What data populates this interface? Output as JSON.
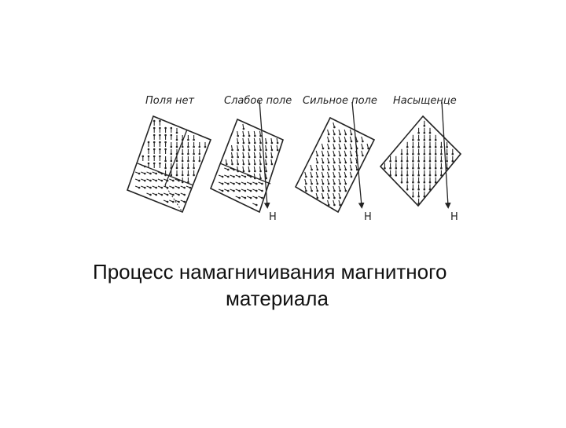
{
  "figure": {
    "panels": [
      {
        "id": "no-field",
        "label": "Поля  нет",
        "field_label": ""
      },
      {
        "id": "weak-field",
        "label": "Слабое поле",
        "field_label": "H"
      },
      {
        "id": "strong-field",
        "label": "Сильное поле",
        "field_label": "H"
      },
      {
        "id": "saturation",
        "label": "Насыщенце",
        "field_label": "H"
      }
    ]
  },
  "caption": {
    "line1": "Процесс намагничивания магнитного",
    "line2": "материала"
  }
}
